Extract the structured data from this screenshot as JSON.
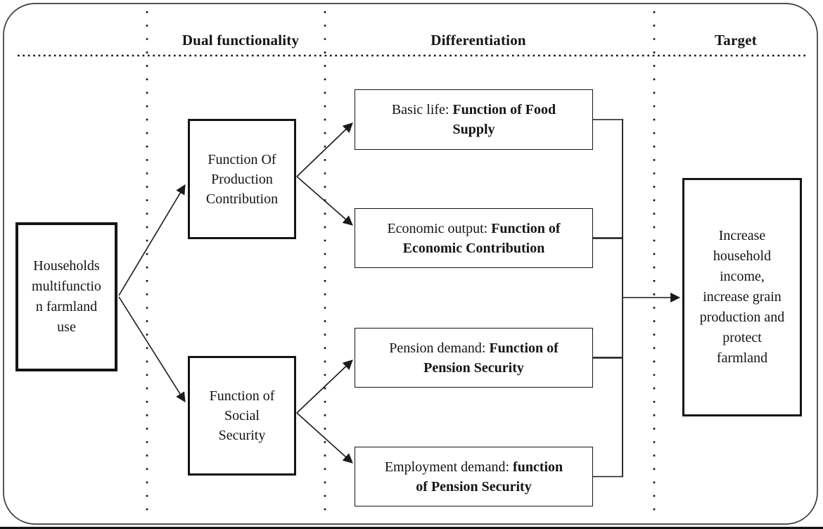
{
  "figure": {
    "headers": {
      "dual_functionality": "Dual functionality",
      "differentiation": "Differentiation",
      "target": "Target"
    },
    "nodes": {
      "households": "Households\nmultifunctio\nn farmland\nuse",
      "production": "Function Of\nProduction\nContribution",
      "social": "Function of\nSocial\nSecurity",
      "target": "Increase\nhousehold\nincome,\nincrease grain\nproduction and\nprotect\nfarmland",
      "basic": {
        "normal": "Basic life: ",
        "bold_line1": "Function of Food",
        "bold_line2": "Supply"
      },
      "economic": {
        "normal": "Economic output: ",
        "bold_line1": "Function of",
        "bold_line2": "Economic Contribution"
      },
      "pension": {
        "normal": "Pension demand: ",
        "bold_line1": "Function of",
        "bold_line2": "Pension Security"
      },
      "employment": {
        "normal": "Employment demand:  ",
        "bold_line1": "function",
        "bold_line2": "of Pension Security"
      }
    },
    "colors": {
      "line": "#1a1a1a",
      "text": "#141414",
      "background": "#ffffff"
    }
  }
}
